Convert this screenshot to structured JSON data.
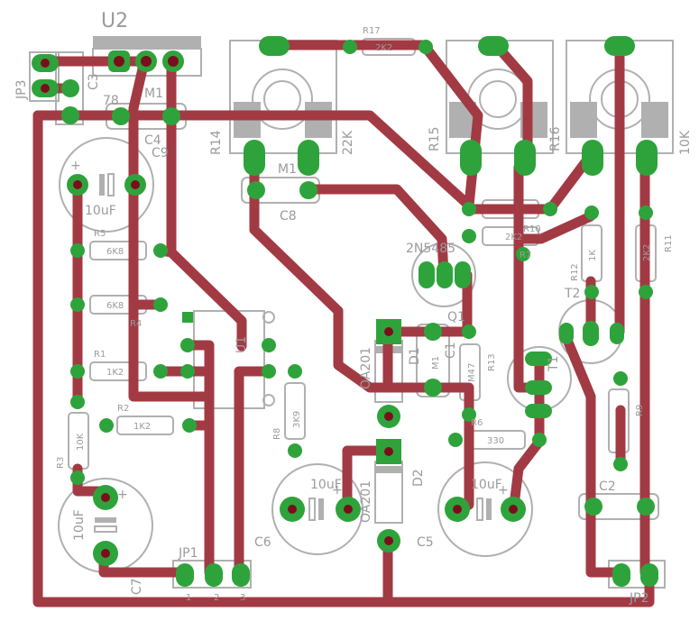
{
  "labels": [
    {
      "id": "U2",
      "text": "U2"
    },
    {
      "id": "JP3",
      "text": "JP3"
    },
    {
      "id": "C3",
      "text": "C3"
    },
    {
      "id": "U2_VAL",
      "text": "78"
    },
    {
      "id": "C4_VAL",
      "text": "M1"
    },
    {
      "id": "C4",
      "text": "C4"
    },
    {
      "id": "C9",
      "text": "C9"
    },
    {
      "id": "C9_VAL",
      "text": "10uF"
    },
    {
      "id": "R14",
      "text": "R14"
    },
    {
      "id": "R14_VAL",
      "text": "22K"
    },
    {
      "id": "R17",
      "text": "R17"
    },
    {
      "id": "R17_VAL",
      "text": "2K2"
    },
    {
      "id": "R15",
      "text": "R15"
    },
    {
      "id": "R16",
      "text": "R16"
    },
    {
      "id": "R16_VAL",
      "text": "10K"
    },
    {
      "id": "M1_C8",
      "text": "M1"
    },
    {
      "id": "C8",
      "text": "C8"
    },
    {
      "id": "R5",
      "text": "R5"
    },
    {
      "id": "R5_VAL",
      "text": "6K8"
    },
    {
      "id": "R4_VAL",
      "text": "6K8"
    },
    {
      "id": "R4",
      "text": "R4"
    },
    {
      "id": "R1",
      "text": "R1"
    },
    {
      "id": "R1_VAL",
      "text": "1K2"
    },
    {
      "id": "R2",
      "text": "R2"
    },
    {
      "id": "R2_VAL",
      "text": "1K2"
    },
    {
      "id": "R3",
      "text": "R3"
    },
    {
      "id": "R3_VAL",
      "text": "10K"
    },
    {
      "id": "U1",
      "text": "U1"
    },
    {
      "id": "Q1_TYPE",
      "text": "2N5485"
    },
    {
      "id": "Q1",
      "text": "Q1"
    },
    {
      "id": "D1",
      "text": "D1"
    },
    {
      "id": "D1_VAL",
      "text": "OA201"
    },
    {
      "id": "C1",
      "text": "C1"
    },
    {
      "id": "C1_VAL",
      "text": "M1"
    },
    {
      "id": "R13",
      "text": "R13"
    },
    {
      "id": "R13_VAL",
      "text": "M47"
    },
    {
      "id": "R8",
      "text": "R8"
    },
    {
      "id": "R8_VAL",
      "text": "3K9"
    },
    {
      "id": "R6",
      "text": "R6"
    },
    {
      "id": "R6_VAL",
      "text": "330"
    },
    {
      "id": "D2",
      "text": "D2"
    },
    {
      "id": "D2_VAL",
      "text": "OA201"
    },
    {
      "id": "C6",
      "text": "C6"
    },
    {
      "id": "C6_VAL",
      "text": "10uF"
    },
    {
      "id": "C5",
      "text": "C5"
    },
    {
      "id": "C5_VAL",
      "text": "10uF"
    },
    {
      "id": "C7",
      "text": "C7"
    },
    {
      "id": "C7_VAL",
      "text": "10uF"
    },
    {
      "id": "JP1",
      "text": "JP1"
    },
    {
      "id": "JP2",
      "text": "JP2"
    },
    {
      "id": "C2",
      "text": "C2"
    },
    {
      "id": "R12",
      "text": "R12"
    },
    {
      "id": "R12_VAL",
      "text": "1K"
    },
    {
      "id": "R11",
      "text": "R11"
    },
    {
      "id": "R11_VAL",
      "text": "2K2"
    },
    {
      "id": "R9",
      "text": "R9"
    },
    {
      "id": "T2",
      "text": "T2"
    },
    {
      "id": "T1",
      "text": "T1"
    },
    {
      "id": "R10_VAL",
      "text": "2K2"
    },
    {
      "id": "R10",
      "text": "R10"
    },
    {
      "id": "R7",
      "text": "R7"
    },
    {
      "id": "PIN1",
      "text": "1"
    },
    {
      "id": "PIN2",
      "text": "2"
    },
    {
      "id": "PIN3",
      "text": "3"
    },
    {
      "id": "PLUS_C9",
      "text": "+"
    },
    {
      "id": "PLUS_C7",
      "text": "+"
    },
    {
      "id": "PLUS_C6",
      "text": "+"
    },
    {
      "id": "PLUS_C5",
      "text": "+"
    }
  ]
}
